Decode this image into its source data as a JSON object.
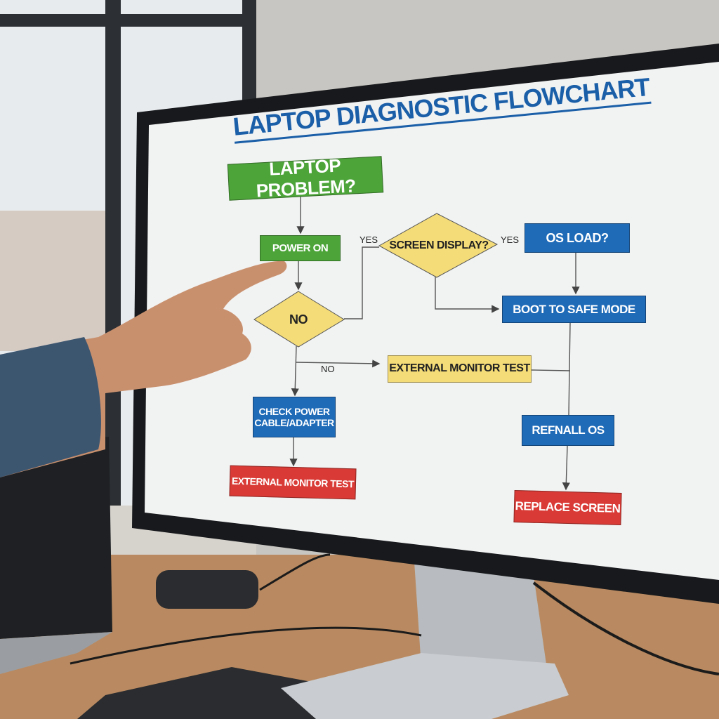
{
  "flowchart": {
    "title": "LAPTOP DIAGNOSTIC FLOWCHART",
    "nodes": {
      "start": "LAPTOP PROBLEM?",
      "power_on": "POWER ON",
      "no_decision": "NO",
      "screen_display": "SCREEN DISPLAY?",
      "os_load": "OS LOAD?",
      "boot_safe_mode": "BOOT TO SAFE MODE",
      "external_monitor_test": "EXTERNAL MONITOR TEST",
      "check_power": "CHECK POWER CABLE/ADAPTER",
      "external_monitor_test_red": "EXTERNAL MONITOR TEST",
      "reinstall_os": "REFNALL OS",
      "replace_screen": "REPLACE SCREEN"
    },
    "edge_labels": {
      "yes_1": "YES",
      "yes_2": "YES",
      "no_1": "NO"
    }
  },
  "colors": {
    "title": "#1a5fa8",
    "green": "#4da53a",
    "blue": "#1f6bb8",
    "yellow": "#f4dc78",
    "red": "#d93a35"
  }
}
